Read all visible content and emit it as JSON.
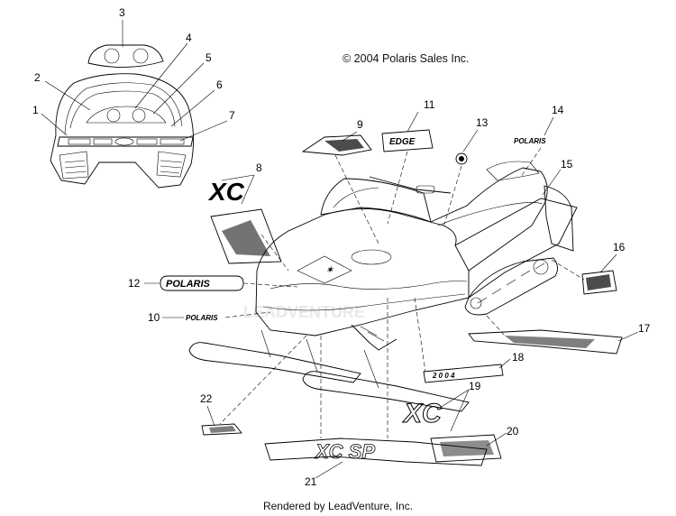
{
  "copyright": "© 2004 Polaris Sales Inc.",
  "footer": "Rendered by LeadVenture, Inc.",
  "watermark": "LEADVENTURE",
  "decals": {
    "polaris_large": "POLARIS",
    "polaris_small": "POLARIS",
    "polaris_tank": "POLARIS",
    "xc_model": "XC",
    "edge_text": "EDGE",
    "stripe_text": "XC SP",
    "year_text": "2 0 0 4"
  },
  "callouts": [
    {
      "id": "1",
      "label": "1"
    },
    {
      "id": "2",
      "label": "2"
    },
    {
      "id": "3",
      "label": "3"
    },
    {
      "id": "4",
      "label": "4"
    },
    {
      "id": "5",
      "label": "5"
    },
    {
      "id": "6",
      "label": "6"
    },
    {
      "id": "7",
      "label": "7"
    },
    {
      "id": "8",
      "label": "8"
    },
    {
      "id": "9",
      "label": "9"
    },
    {
      "id": "10",
      "label": "10"
    },
    {
      "id": "11",
      "label": "11"
    },
    {
      "id": "12",
      "label": "12"
    },
    {
      "id": "13",
      "label": "13"
    },
    {
      "id": "14",
      "label": "14"
    },
    {
      "id": "15",
      "label": "15"
    },
    {
      "id": "16",
      "label": "16"
    },
    {
      "id": "17",
      "label": "17"
    },
    {
      "id": "18",
      "label": "18"
    },
    {
      "id": "19",
      "label": "19"
    },
    {
      "id": "20",
      "label": "20"
    },
    {
      "id": "21",
      "label": "21"
    },
    {
      "id": "22",
      "label": "22"
    }
  ]
}
